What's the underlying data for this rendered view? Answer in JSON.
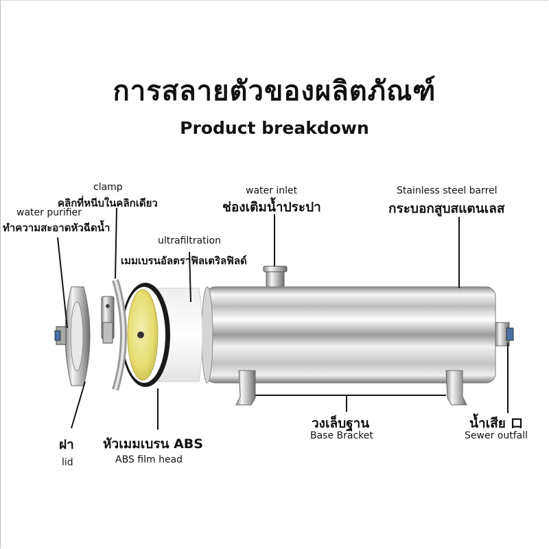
{
  "header": {
    "title_th": "การสลายตัวของผลิตภัณฑ์",
    "title_en": "Product breakdown"
  },
  "labels": {
    "clamp": {
      "en": "clamp",
      "th": "คลิกที่หนีบในคลิกเดียว"
    },
    "water_purifier": {
      "en": "water purifier",
      "th": "ทำความสะอาดหัวฉีดน้ำ"
    },
    "ultrafiltration": {
      "en": "ultrafiltration",
      "th": "เมมเบรนอัลตราฟิลเตริลฟิลด์"
    },
    "water_inlet": {
      "en": "water inlet",
      "th": "ช่องเติมน้ำประปา"
    },
    "barrel": {
      "en": "Stainless steel barrel",
      "th": "กระบอกสูบสแตนเลส"
    },
    "lid": {
      "th": "ฝา",
      "en": "lid"
    },
    "film_head": {
      "th": "หัวเมมเบรน ABS",
      "en": "ABS film head"
    },
    "base_bracket": {
      "th": "วงเล็บฐาน",
      "en": "Base Bracket"
    },
    "sewer": {
      "th": "น้ำเสีย ロ",
      "en": "Sewer outfall"
    }
  },
  "colors": {
    "steel_light": "#f4f4f4",
    "steel_mid": "#c9c9c9",
    "steel_dark": "#7a7a7a",
    "filter_yellow": "#e9e27a",
    "gasket": "#1a1a1a"
  }
}
